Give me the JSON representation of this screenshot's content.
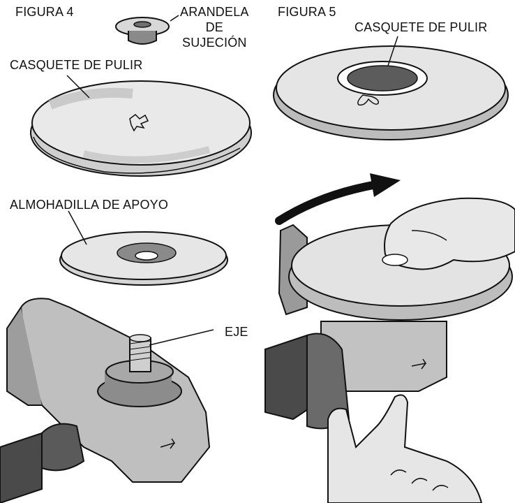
{
  "figures": {
    "fig4": {
      "title": "FIGURA 4",
      "labels": {
        "washer": [
          "ARANDELA",
          "DE",
          "SUJECIÓN"
        ],
        "bonnet": "CASQUETE DE PULIR",
        "pad": "ALMOHADILLA DE APOYO",
        "spindle": "EJE"
      }
    },
    "fig5": {
      "title": "FIGURA 5",
      "labels": {
        "bonnet": "CASQUETE DE PULIR"
      }
    }
  },
  "colors": {
    "ink": "#111111",
    "light_gray": "#e6e6e6",
    "mid_gray": "#bdbdbd",
    "dark_gray": "#6f6f6f",
    "very_dark": "#3a3a3a"
  }
}
